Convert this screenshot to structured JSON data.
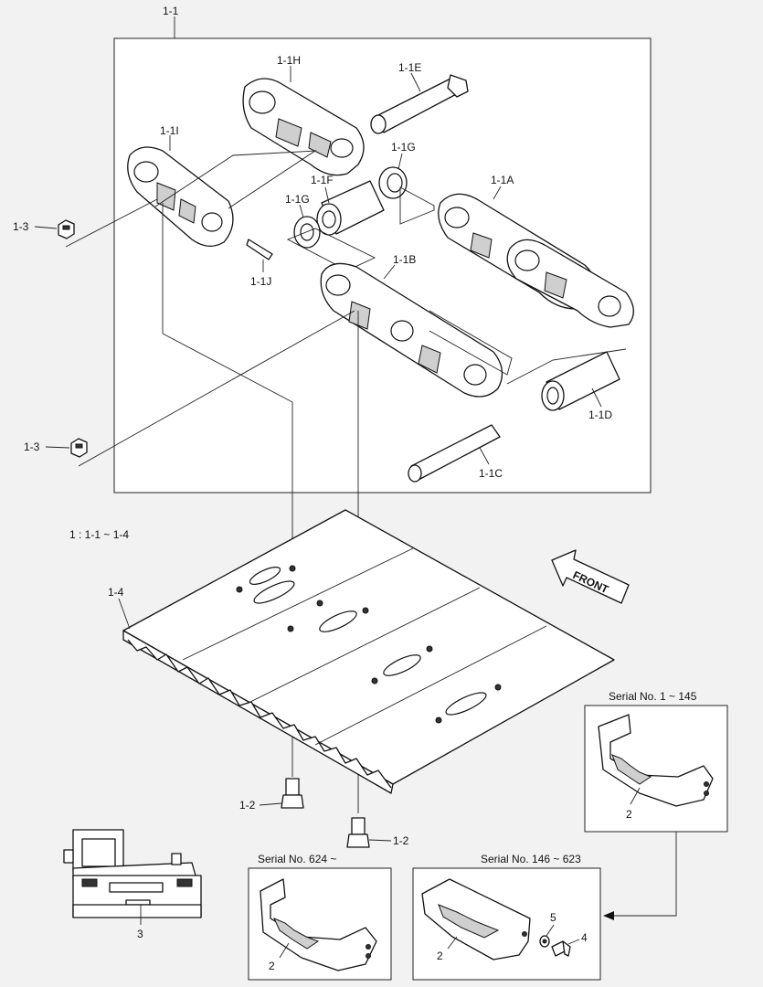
{
  "callouts": {
    "l_1_1": "1-1",
    "l_1_1H": "1-1H",
    "l_1_1E": "1-1E",
    "l_1_1I": "1-1I",
    "l_1_1G_top": "1-1G",
    "l_1_1F": "1-1F",
    "l_1_1G_left": "1-1G",
    "l_1_1A": "1-1A",
    "l_1_3_top": "1-3",
    "l_1_1J": "1-1J",
    "l_1_1B": "1-1B",
    "l_1_1D": "1-1D",
    "l_1_3_bottom": "1-3",
    "l_1_1C": "1-1C",
    "l_1_4": "1-4",
    "l_1_2_left": "1-2",
    "l_1_2_right": "1-2",
    "l_3": "3",
    "l_2_a": "2",
    "l_2_b": "2",
    "l_2_c": "2",
    "l_4": "4",
    "l_5": "5"
  },
  "assembly_note": "1 : 1-1 ~ 1-4",
  "front_label": "FRONT",
  "serial_boxes": {
    "serial_1_145": "Serial No. 1 ~ 145",
    "serial_624": "Serial No. 624 ~",
    "serial_146_623": "Serial No. 146 ~ 623"
  },
  "colors": {
    "line": "#111111",
    "frame_fill": "#ffffff",
    "page_bg": "#f2f2f2",
    "shade": "#cfcfcf"
  }
}
